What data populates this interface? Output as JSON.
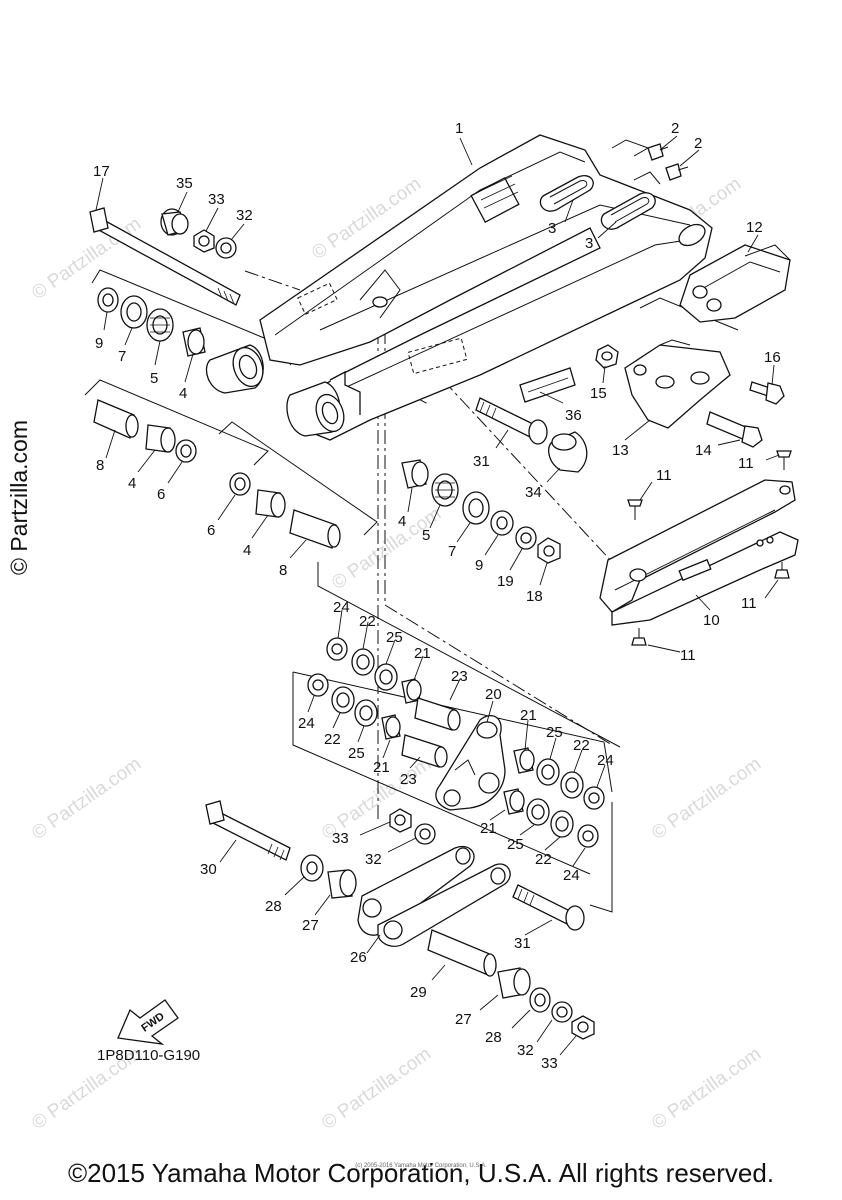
{
  "copyright": "©2015 Yamaha Motor Corporation, U.S.A. All rights reserved.",
  "tiny_credit": "(c) 2005-2016 Yamaha Motor Corporation, U.S.A.",
  "diagram_code": "1P8D110-G190",
  "side_watermark": "© Partzilla.com",
  "watermark_text": "© Partzilla.com",
  "fwd_label": "FWD",
  "callouts": [
    {
      "id": "c1",
      "label": "1"
    },
    {
      "id": "c2a",
      "label": "2"
    },
    {
      "id": "c2b",
      "label": "2"
    },
    {
      "id": "c3a",
      "label": "3"
    },
    {
      "id": "c3b",
      "label": "3"
    },
    {
      "id": "c4a",
      "label": "4"
    },
    {
      "id": "c4b",
      "label": "4"
    },
    {
      "id": "c4c",
      "label": "4"
    },
    {
      "id": "c4d",
      "label": "4"
    },
    {
      "id": "c5a",
      "label": "5"
    },
    {
      "id": "c5b",
      "label": "5"
    },
    {
      "id": "c6a",
      "label": "6"
    },
    {
      "id": "c6b",
      "label": "6"
    },
    {
      "id": "c7a",
      "label": "7"
    },
    {
      "id": "c7b",
      "label": "7"
    },
    {
      "id": "c8a",
      "label": "8"
    },
    {
      "id": "c8b",
      "label": "8"
    },
    {
      "id": "c9a",
      "label": "9"
    },
    {
      "id": "c9b",
      "label": "9"
    },
    {
      "id": "c10",
      "label": "10"
    },
    {
      "id": "c11a",
      "label": "11"
    },
    {
      "id": "c11b",
      "label": "11"
    },
    {
      "id": "c11c",
      "label": "11"
    },
    {
      "id": "c11d",
      "label": "11"
    },
    {
      "id": "c12",
      "label": "12"
    },
    {
      "id": "c13",
      "label": "13"
    },
    {
      "id": "c14",
      "label": "14"
    },
    {
      "id": "c15",
      "label": "15"
    },
    {
      "id": "c16",
      "label": "16"
    },
    {
      "id": "c17",
      "label": "17"
    },
    {
      "id": "c18",
      "label": "18"
    },
    {
      "id": "c19",
      "label": "19"
    },
    {
      "id": "c20",
      "label": "20"
    },
    {
      "id": "c21a",
      "label": "21"
    },
    {
      "id": "c21b",
      "label": "21"
    },
    {
      "id": "c21c",
      "label": "21"
    },
    {
      "id": "c21d",
      "label": "21"
    },
    {
      "id": "c22a",
      "label": "22"
    },
    {
      "id": "c22b",
      "label": "22"
    },
    {
      "id": "c22c",
      "label": "22"
    },
    {
      "id": "c22d",
      "label": "22"
    },
    {
      "id": "c23a",
      "label": "23"
    },
    {
      "id": "c23b",
      "label": "23"
    },
    {
      "id": "c24a",
      "label": "24"
    },
    {
      "id": "c24b",
      "label": "24"
    },
    {
      "id": "c24c",
      "label": "24"
    },
    {
      "id": "c24d",
      "label": "24"
    },
    {
      "id": "c25a",
      "label": "25"
    },
    {
      "id": "c25b",
      "label": "25"
    },
    {
      "id": "c25c",
      "label": "25"
    },
    {
      "id": "c25d",
      "label": "25"
    },
    {
      "id": "c26",
      "label": "26"
    },
    {
      "id": "c27a",
      "label": "27"
    },
    {
      "id": "c27b",
      "label": "27"
    },
    {
      "id": "c28a",
      "label": "28"
    },
    {
      "id": "c28b",
      "label": "28"
    },
    {
      "id": "c29",
      "label": "29"
    },
    {
      "id": "c30",
      "label": "30"
    },
    {
      "id": "c31a",
      "label": "31"
    },
    {
      "id": "c31b",
      "label": "31"
    },
    {
      "id": "c32a",
      "label": "32"
    },
    {
      "id": "c32b",
      "label": "32"
    },
    {
      "id": "c32c",
      "label": "32"
    },
    {
      "id": "c33a",
      "label": "33"
    },
    {
      "id": "c33b",
      "label": "33"
    },
    {
      "id": "c33c",
      "label": "33"
    },
    {
      "id": "c34",
      "label": "34"
    },
    {
      "id": "c35",
      "label": "35"
    },
    {
      "id": "c36",
      "label": "36"
    }
  ]
}
